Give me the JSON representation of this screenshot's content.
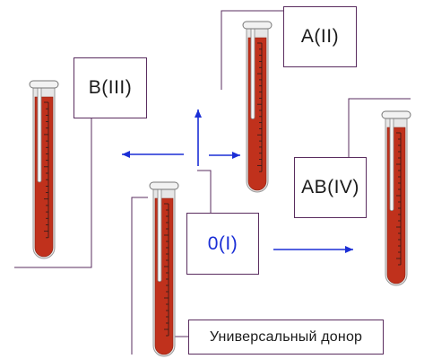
{
  "diagram": {
    "colors": {
      "blood": "#c0311c",
      "blood_dark": "#8a1f10",
      "glass": "#e6e6e6",
      "cap": "#f2f2f2",
      "line": "#5a2d5f",
      "arrow": "#1b2fd6",
      "scale": "#2a1a1a"
    },
    "nodes": {
      "donor_group": "0(I)",
      "group_a": "A(II)",
      "group_b": "B(III)",
      "group_ab": "AB(IV)"
    },
    "caption": "Универсальный донор"
  }
}
